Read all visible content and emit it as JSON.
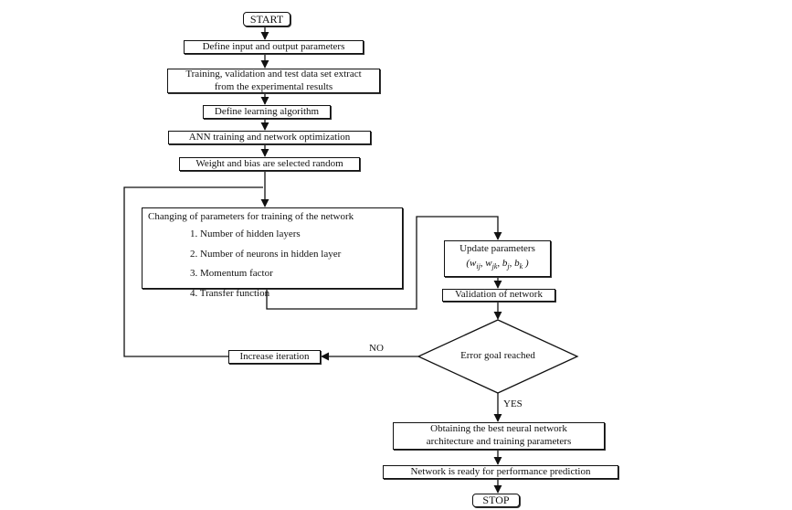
{
  "start": "START",
  "stop": "STOP",
  "steps": {
    "define_io": "Define input and output parameters",
    "extract_line1": "Training, validation and test data set extract",
    "extract_line2": "from the experimental results",
    "learning_algorithm": "Define learning algorithm",
    "ann_training": "ANN training and network optimization",
    "weight_bias": "Weight and bias are selected random",
    "changing_params": "Changing of parameters for training of the network",
    "param_items": [
      "1. Number of hidden layers",
      "2. Number of neurons in hidden layer",
      "3. Momentum factor",
      "4. Transfer function"
    ],
    "update_params": "Update parameters",
    "update_formula": {
      "open": "(w",
      "s1": "ij",
      "c1": ", w",
      "s2": "jk",
      "c2": ", b",
      "s3": "j",
      "c3": ", b",
      "s4": "k",
      "close": " )"
    },
    "validation": "Validation of network",
    "error_goal": "Error goal reached",
    "increase_iteration": "Increase iteration",
    "best_line1": "Obtaining the best neural network",
    "best_line2": "architecture and training parameters",
    "ready": "Network is ready for performance prediction"
  },
  "edge_labels": {
    "no": "NO",
    "yes": "YES"
  }
}
